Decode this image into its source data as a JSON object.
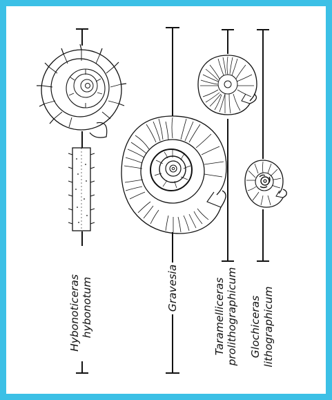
{
  "frame": {
    "border_color": "#3cc0e6",
    "background": "#ffffff"
  },
  "species": [
    {
      "id": "hybonoticeras",
      "line1": "Hybonoticeras",
      "line2": "hybonotum"
    },
    {
      "id": "gravesia",
      "line1": "Gravesia",
      "line2": ""
    },
    {
      "id": "taramelliceras",
      "line1": "Taramelliceras",
      "line2": "prolithographicum"
    },
    {
      "id": "glochiceras",
      "line1": "Glochiceras",
      "line2": "lithographicum"
    }
  ]
}
